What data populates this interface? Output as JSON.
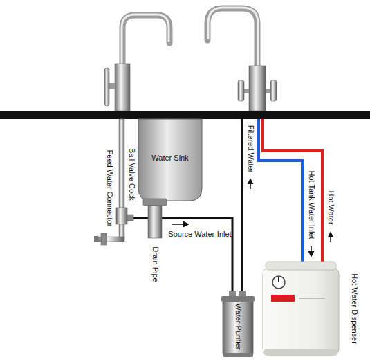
{
  "diagram": {
    "nodes": [
      {
        "text": [
          "Water Sink"
        ]
      },
      {
        "text": [
          "Water Purifier"
        ]
      },
      {
        "text": [
          "Hot Water Dispenser"
        ]
      }
    ],
    "labels": [
      "Ball Valve Cock",
      "Feed Water Connector",
      "Filtered Water",
      "Source Water-Inlet",
      "Drain Pipe",
      "Hot Tank Water Inlet",
      "Hot Water"
    ]
  }
}
